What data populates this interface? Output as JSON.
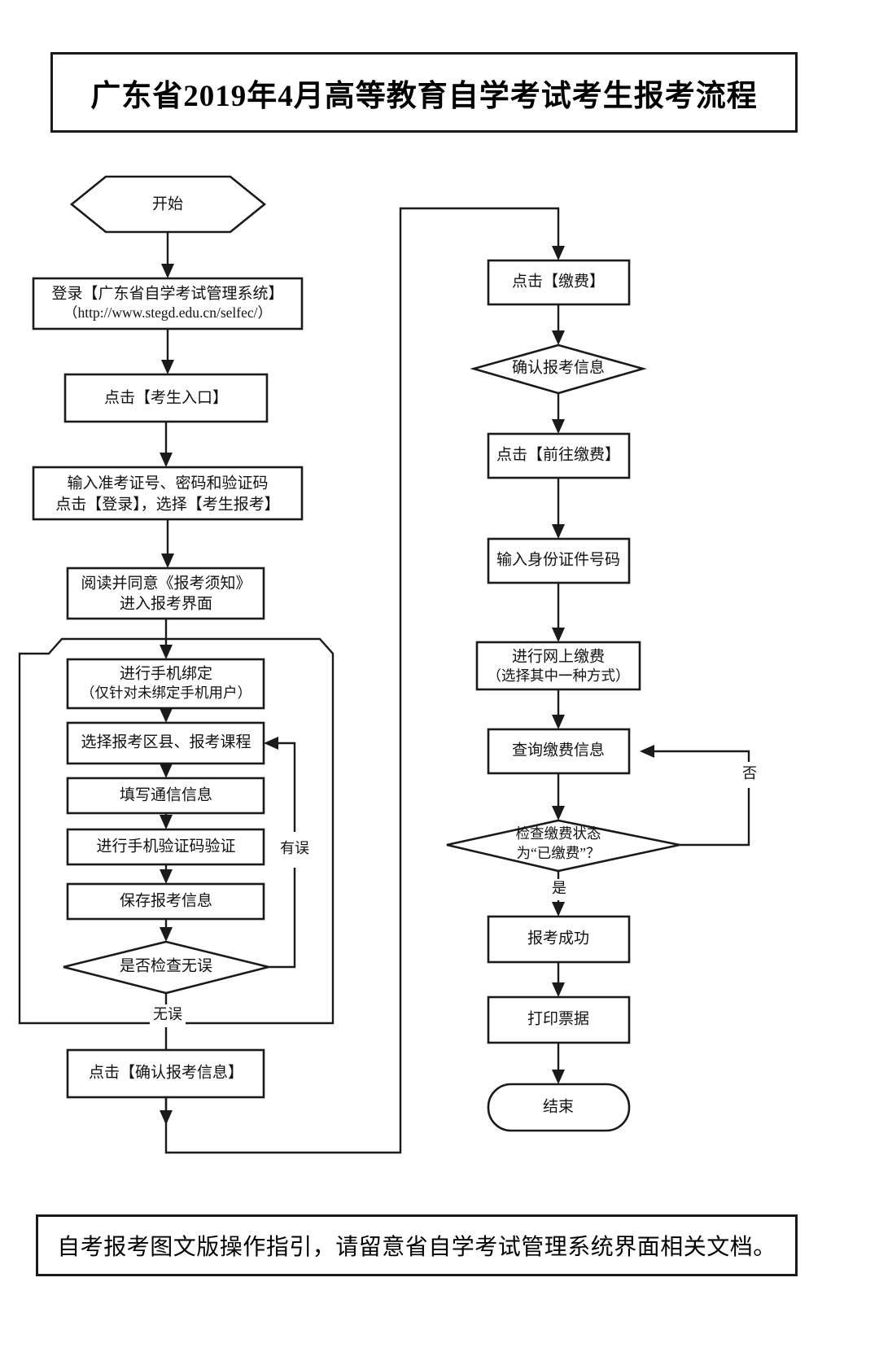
{
  "document": {
    "title": "广东省2019年4月高等教育自学考试考生报考流程",
    "footer_note": "自考报考图文版操作指引，请留意省自学考试管理系统界面相关文档。"
  },
  "colors": {
    "stroke": "#1a1a1a",
    "background": "#ffffff",
    "text": "#111111"
  },
  "flowchart": {
    "left_column": {
      "start": {
        "label": "开始",
        "shape": "hexagon"
      },
      "login": {
        "line1": "登录【广东省自学考试管理系统】",
        "line2": "（http://www.stegd.edu.cn/selfec/）",
        "shape": "process"
      },
      "entry": {
        "label": "点击【考生入口】",
        "shape": "process"
      },
      "credentials": {
        "line1": "输入准考证号、密码和验证码",
        "line2": "点击【登录】，选择【考生报考】",
        "shape": "process"
      },
      "notice": {
        "line1": "阅读并同意《报考须知》",
        "line2": "进入报考界面",
        "shape": "process"
      },
      "bind_phone": {
        "line1": "进行手机绑定",
        "line2": "（仅针对未绑定手机用户）",
        "shape": "process"
      },
      "select_course": {
        "label": "选择报考区县、报考课程",
        "shape": "process"
      },
      "fill_contact": {
        "label": "填写通信信息",
        "shape": "process"
      },
      "verify_sms": {
        "label": "进行手机验证码验证",
        "shape": "process"
      },
      "save_info": {
        "label": "保存报考信息",
        "shape": "process"
      },
      "check_decision": {
        "label": "是否检查无误",
        "shape": "decision"
      },
      "confirm_info": {
        "label": "点击【确认报考信息】",
        "shape": "process"
      },
      "edge_labels": {
        "has_error": "有误",
        "no_error": "无误"
      }
    },
    "right_column": {
      "pay": {
        "label": "点击【缴费】",
        "shape": "process"
      },
      "confirm_exam_info": {
        "label": "确认报考信息",
        "shape": "decision"
      },
      "goto_pay": {
        "label": "点击【前往缴费】",
        "shape": "process"
      },
      "id_number": {
        "label": "输入身份证件号码",
        "shape": "process"
      },
      "online_pay": {
        "line1": "进行网上缴费",
        "line2": "（选择其中一种方式）",
        "shape": "process"
      },
      "query_pay": {
        "label": "查询缴费信息",
        "shape": "process"
      },
      "pay_state_decision": {
        "line1": "检查缴费状态",
        "line2": "为“已缴费”？",
        "shape": "decision"
      },
      "success": {
        "label": "报考成功",
        "shape": "process"
      },
      "print_receipt": {
        "label": "打印票据",
        "shape": "process"
      },
      "end": {
        "label": "结束",
        "shape": "terminator"
      },
      "edge_labels": {
        "no": "否",
        "yes": "是"
      }
    }
  }
}
